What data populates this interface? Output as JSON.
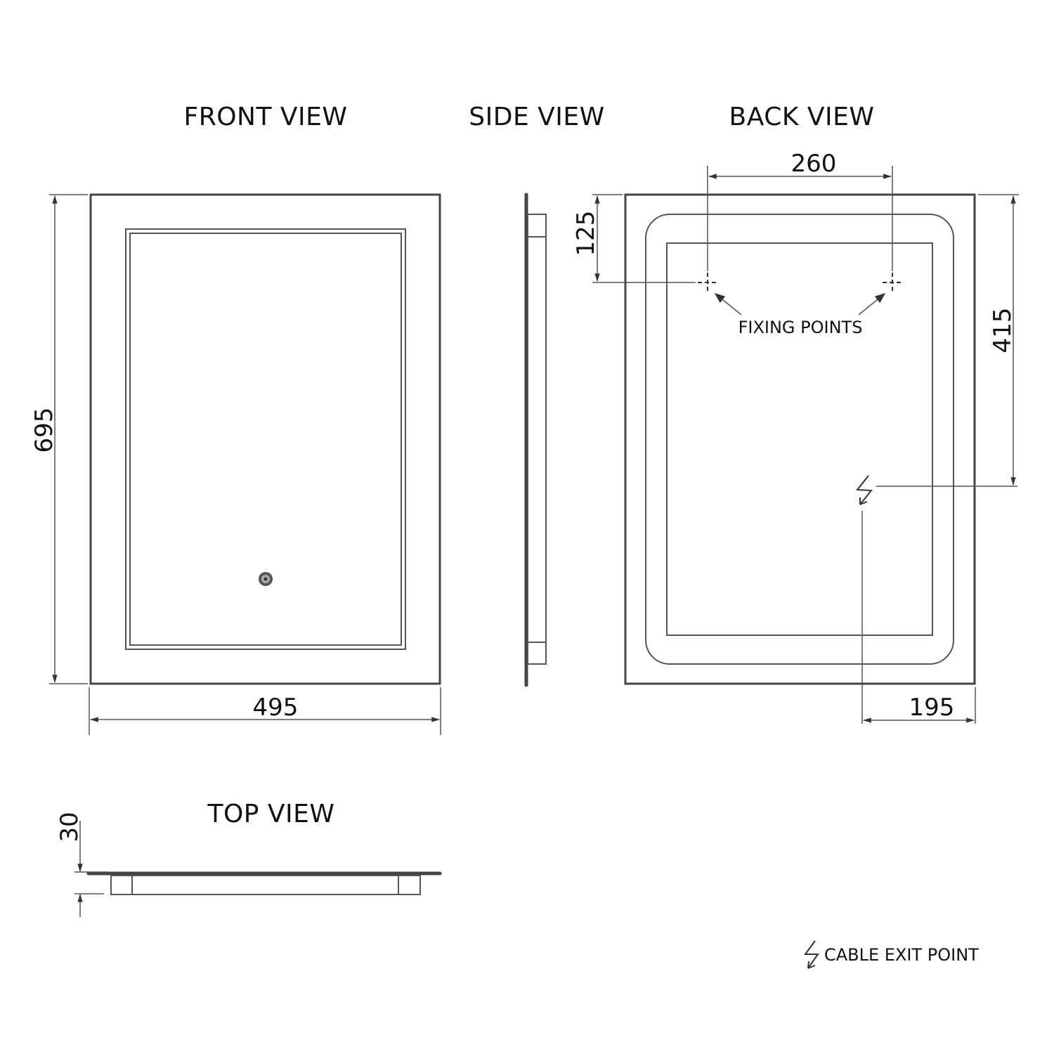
{
  "views": {
    "front": {
      "title": "FRONT VIEW"
    },
    "side": {
      "title": "SIDE VIEW"
    },
    "back": {
      "title": "BACK VIEW"
    },
    "top": {
      "title": "TOP VIEW"
    }
  },
  "dimensions": {
    "height": "695",
    "width": "495",
    "fixing_spacing": "260",
    "fixing_from_top": "125",
    "cable_from_top": "415",
    "cable_from_right": "195",
    "depth": "30"
  },
  "labels": {
    "fixing_points": "FIXING POINTS",
    "cable_exit_point": "CABLE EXIT POINT"
  },
  "icons": {
    "touch_switch": "touch-sensor-icon",
    "cable_exit": "lightning-bolt-icon",
    "fixing_point": "crosshair-icon"
  },
  "colors": {
    "line": "#444444",
    "text": "#111111",
    "background": "#ffffff"
  }
}
